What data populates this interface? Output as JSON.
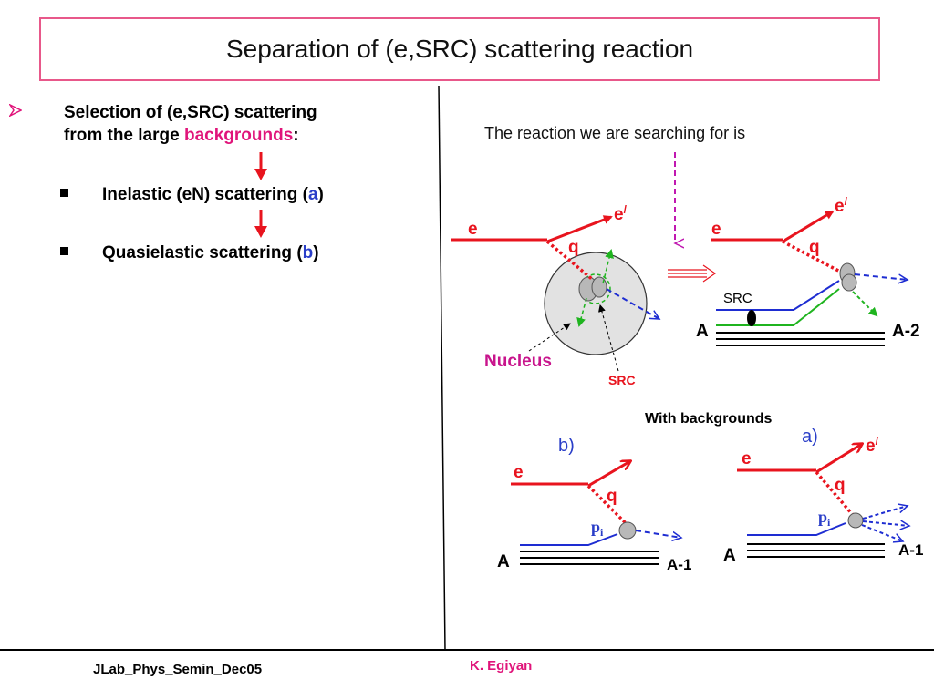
{
  "title": "Separation of (e,SRC) scattering  reaction",
  "left": {
    "selection_line1": "Selection of (e,SRC) scattering",
    "selection_line2_pre": "from the large ",
    "selection_line2_highlight": "backgrounds",
    "selection_line2_post": ":",
    "item1_pre": "Inelastic (eN) scattering (",
    "item1_letter": "a",
    "item1_post": ")",
    "item2_pre": "Quasielastic scattering  (",
    "item2_letter": "b",
    "item2_post": ")"
  },
  "diagram": {
    "reaction_label": "The reaction we are searching for is",
    "electron": "e",
    "electron_out": "e",
    "electron_prime": "/",
    "photon": "q",
    "nucleus": "Nucleus",
    "src": "SRC",
    "nucleus_A": "A",
    "nucleus_A2": "A-2",
    "nucleus_A1": "A-1",
    "with_backgrounds": "With backgrounds",
    "label_a": "a)",
    "label_b": "b)",
    "p": "p",
    "p_sub": "i"
  },
  "footer": {
    "left": "JLab_Phys_Semin_Dec05",
    "right": "K. Egiyan"
  },
  "colors": {
    "title_border": "#e8588a",
    "electron": "#e8141e",
    "nucleon_blue": "#1e2dd2",
    "nucleon_green": "#1fb41f",
    "highlight_pink": "#e0147a",
    "dashed_magenta": "#c018b0"
  }
}
